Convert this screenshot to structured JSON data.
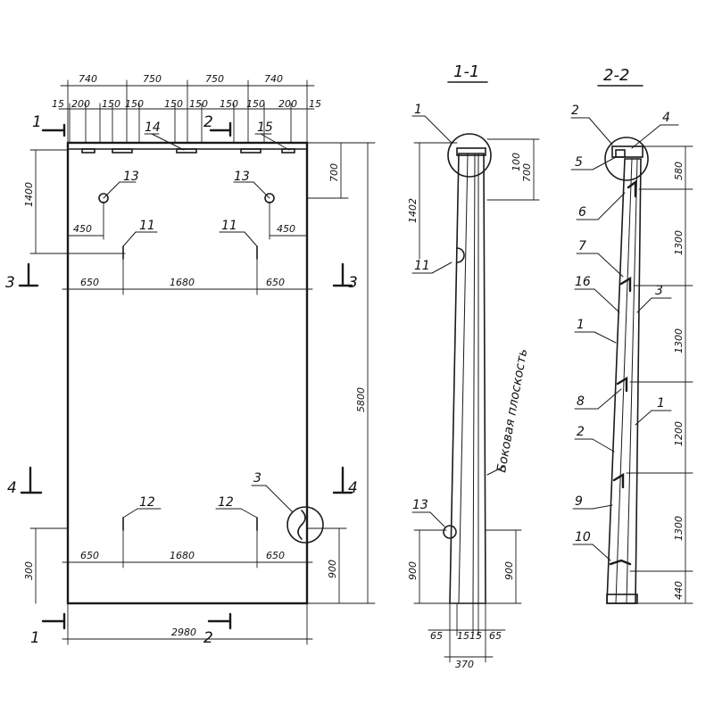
{
  "plan": {
    "dims_top_1": [
      "740",
      "750",
      "750",
      "740"
    ],
    "dims_top_2": [
      "15",
      "200",
      "150",
      "150",
      "150",
      "150",
      "150",
      "150",
      "200",
      "15"
    ],
    "dim_left_upper": "1400",
    "dim_right_upper": "700",
    "dim_right_total": "5800",
    "dim_450_left": "450",
    "dim_450_right": "450",
    "row_upper": [
      "650",
      "1680",
      "650"
    ],
    "row_lower": [
      "650",
      "1680",
      "650"
    ],
    "dim_left_lower": "300",
    "dim_right_lower": "900",
    "dim_bottom": "2980",
    "marks": {
      "m14": "14",
      "m15": "15",
      "m13a": "13",
      "m13b": "13",
      "m11a": "11",
      "m11b": "11",
      "m12a": "12",
      "m12b": "12",
      "m3": "3"
    },
    "cuts": {
      "c1_top": "1",
      "c2_top": "2",
      "c3_left": "3",
      "c3_right": "3",
      "c4_left": "4",
      "c4_right": "4",
      "c1_bottom": "1",
      "c2_bottom": "2"
    }
  },
  "section_1": {
    "title": "1-1",
    "marks": {
      "m1": "1",
      "m11": "11",
      "m13": "13"
    },
    "dims": {
      "d_1402": "1402",
      "d_100": "100",
      "d_700": "700",
      "d_900_left": "900",
      "d_900_right": "900",
      "bottom": [
        "65",
        "15",
        "15",
        "65"
      ],
      "d_370": "370"
    },
    "note": "Боковая плоскость"
  },
  "section_2": {
    "title": "2-2",
    "marks": {
      "m2a": "2",
      "m4": "4",
      "m5": "5",
      "m6": "6",
      "m7": "7",
      "m16": "16",
      "m3": "3",
      "m1a": "1",
      "m8": "8",
      "m1b": "1",
      "m2b": "2",
      "m9": "9",
      "m10": "10"
    },
    "dims": [
      "580",
      "1300",
      "1300",
      "1200",
      "1300",
      "440"
    ]
  }
}
